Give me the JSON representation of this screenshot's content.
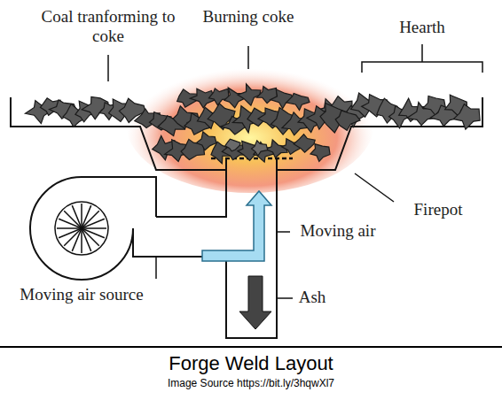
{
  "diagram": {
    "title": "Forge Weld Layout",
    "caption": "Image Source https://bit.ly/3hqwXl7",
    "labels": [
      "Coal tranforming to coke",
      "Burning coke",
      "Hearth",
      "Firepot",
      "Moving air",
      "Ash",
      "Moving air source"
    ]
  }
}
